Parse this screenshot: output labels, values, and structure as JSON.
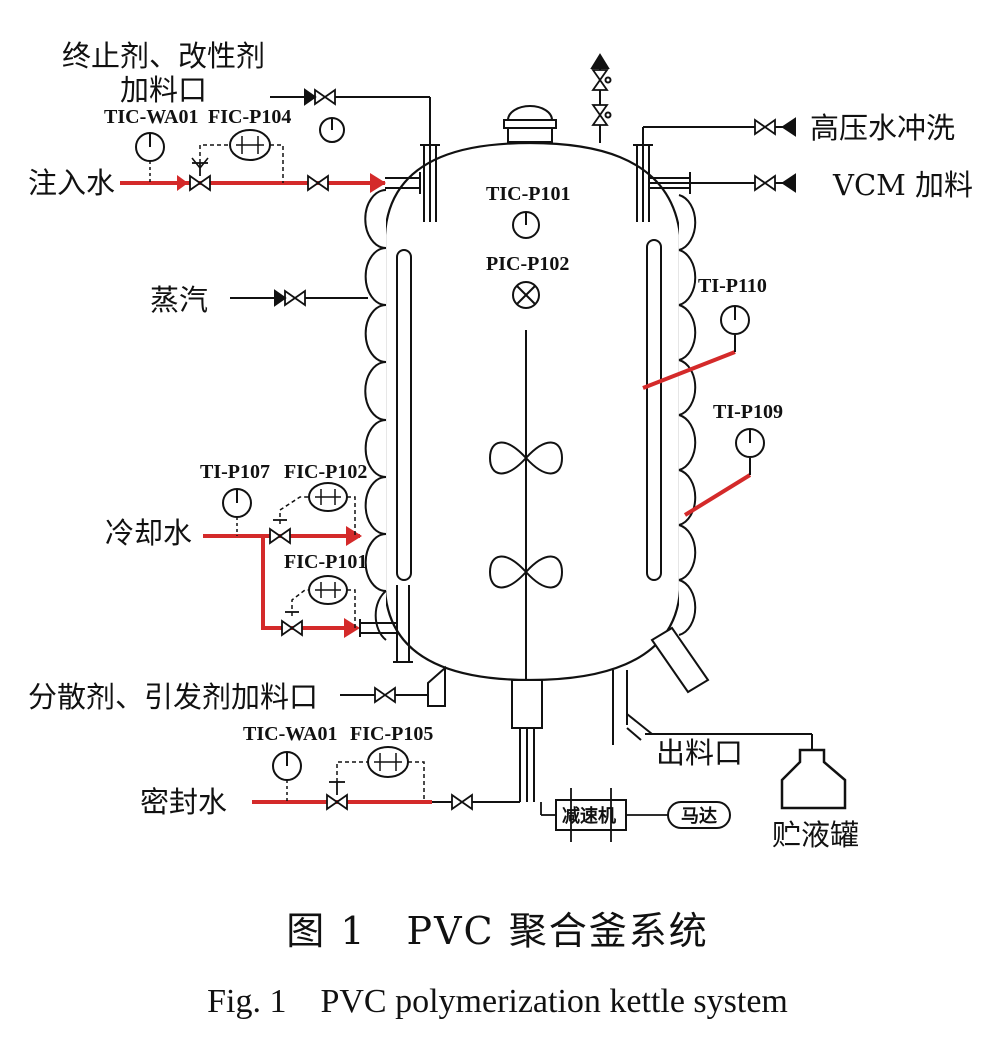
{
  "colors": {
    "line": "#111111",
    "highlight": "#d42a2a",
    "background": "#ffffff"
  },
  "labels": {
    "terminator_feed_line1": "终止剂、改性剂",
    "terminator_feed_line2": "加料口",
    "inject_water": "注入水",
    "hp_water_flush": "高压水冲洗",
    "vcm_feed": "VCM 加料",
    "steam": "蒸汽",
    "cooling_water": "冷却水",
    "dispersant_feed": "分散剂、引发剂加料口",
    "seal_water": "密封水",
    "outlet": "出料口",
    "storage_tank": "贮液罐",
    "reducer": "减速机",
    "motor": "马达"
  },
  "instruments": {
    "tic_wa01_top": "TIC-WA01",
    "fic_p104": "FIC-P104",
    "tic_p101": "TIC-P101",
    "pic_p102": "PIC-P102",
    "ti_p110": "TI-P110",
    "ti_p109": "TI-P109",
    "ti_p107": "TI-P107",
    "fic_p102": "FIC-P102",
    "fic_p101": "FIC-P101",
    "tic_wa01_bottom": "TIC-WA01",
    "fic_p105": "FIC-P105"
  },
  "caption": {
    "cn": "图 1　PVC 聚合釜系统",
    "en": "Fig. 1　PVC polymerization kettle system"
  }
}
